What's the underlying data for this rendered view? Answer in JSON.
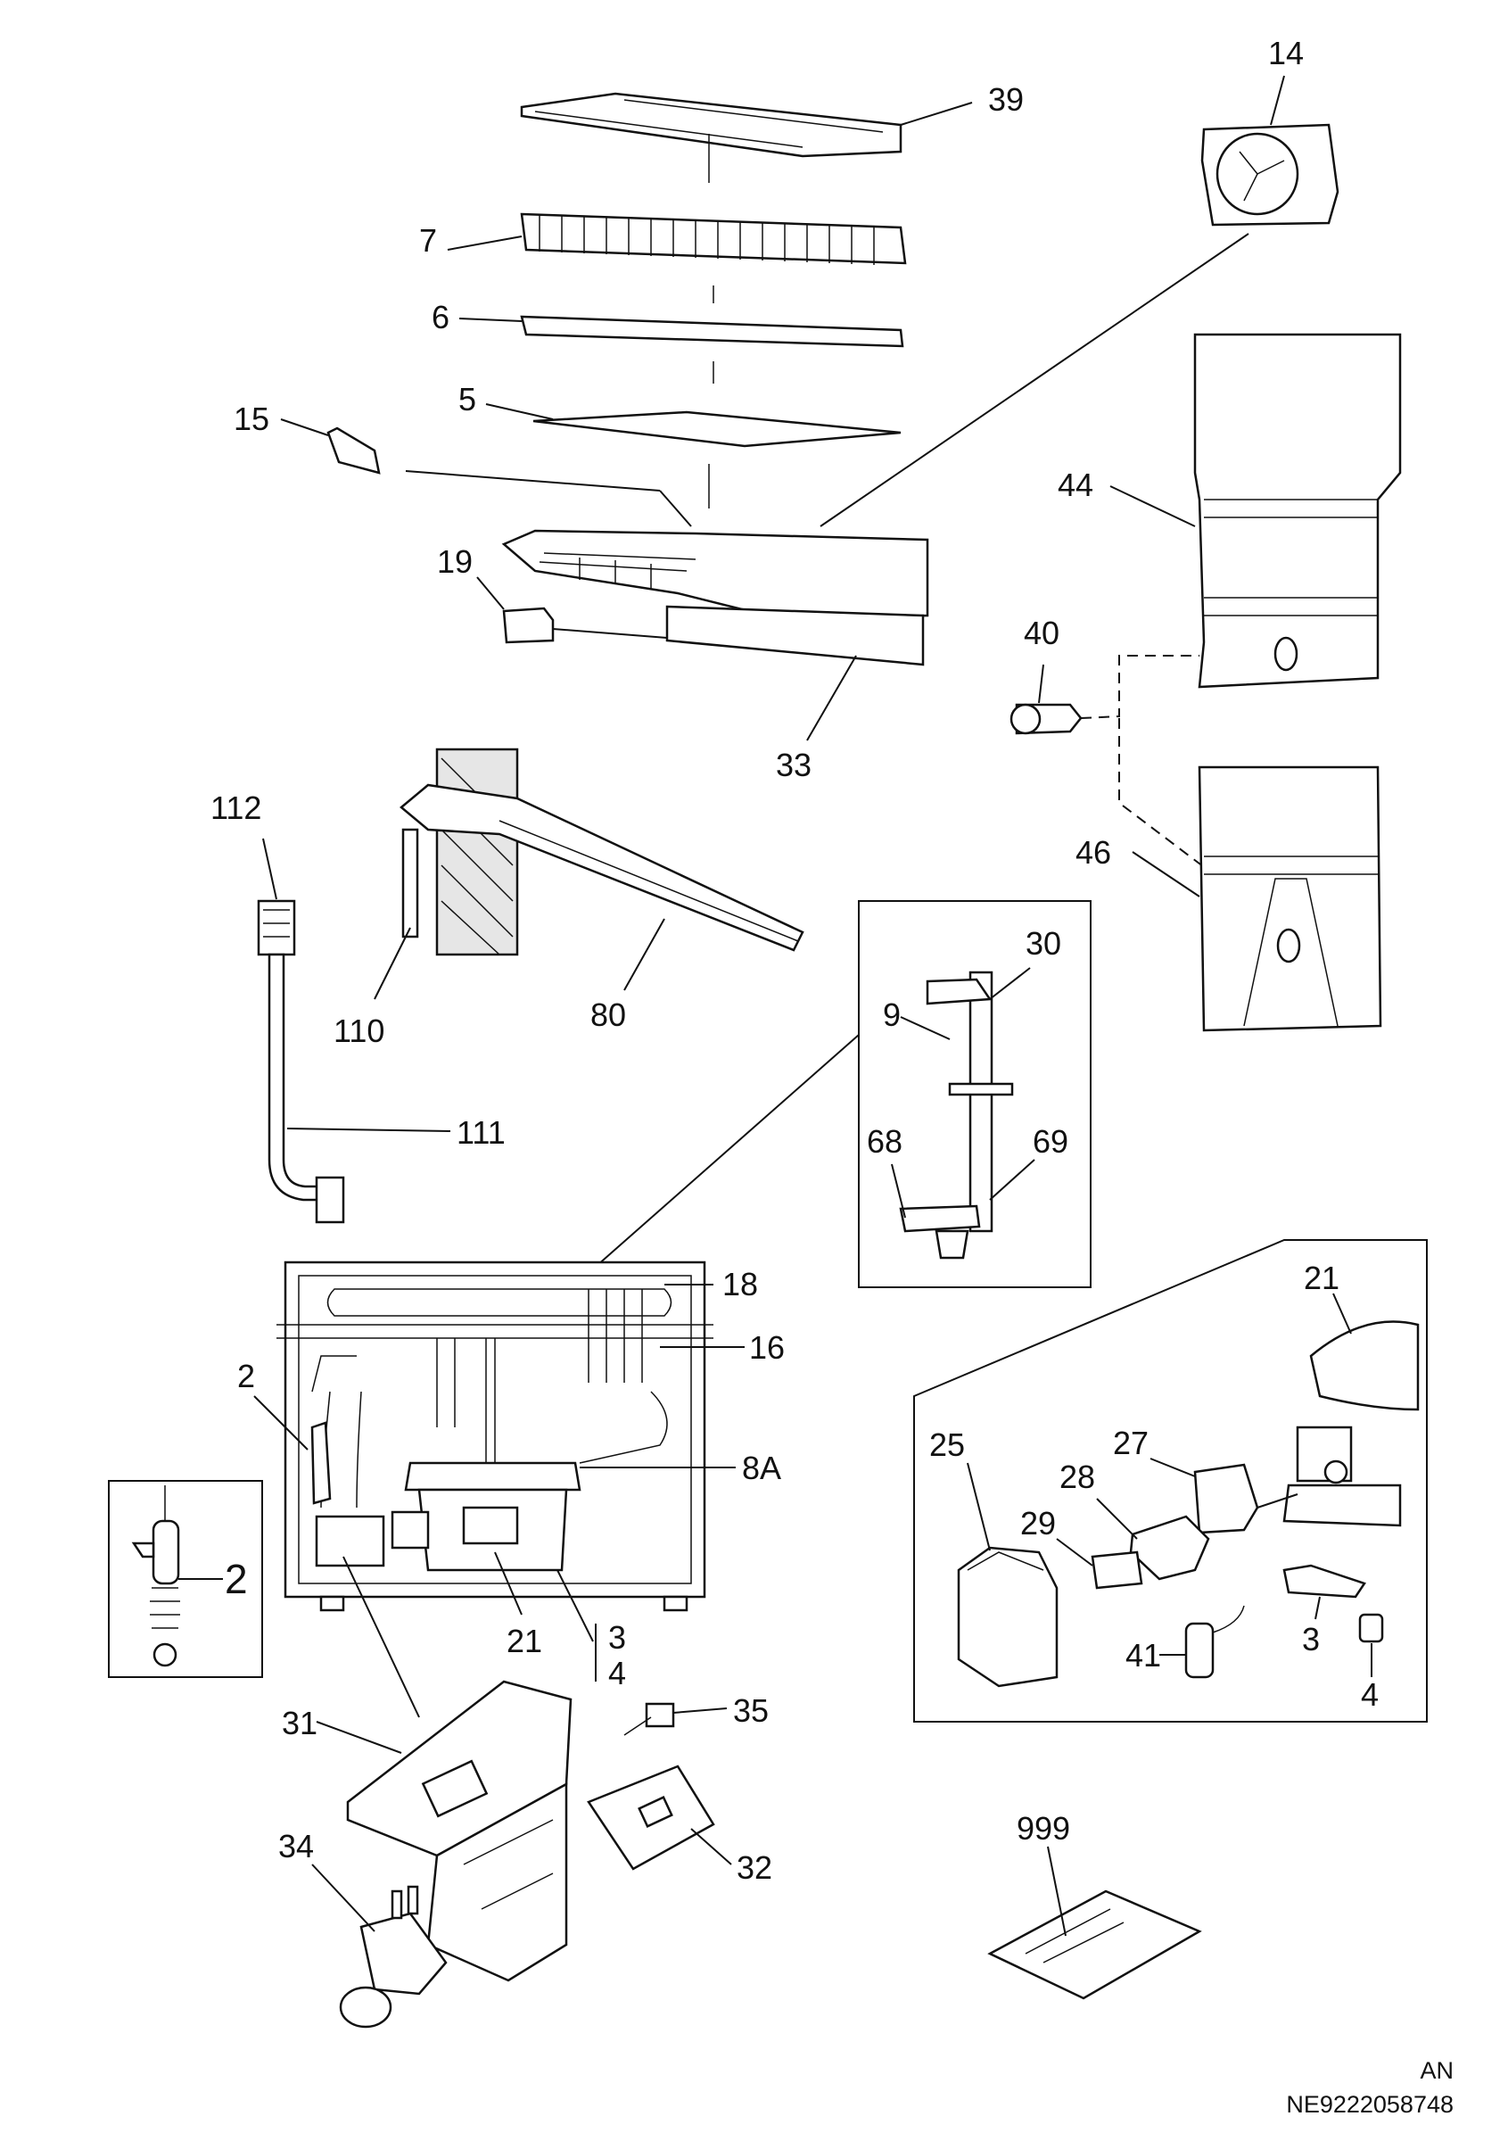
{
  "labels": {
    "l14": "14",
    "l39": "39",
    "l7": "7",
    "l6": "6",
    "l5": "5",
    "l15": "15",
    "l19": "19",
    "l33": "33",
    "l44": "44",
    "l40": "40",
    "l46": "46",
    "l112": "112",
    "l110": "110",
    "l80": "80",
    "l111": "111",
    "l30": "30",
    "l9": "9",
    "l68": "68",
    "l69": "69",
    "l18": "18",
    "l16": "16",
    "l2": "2",
    "l8A": "8A",
    "l21": "21",
    "l3": "3",
    "l4": "4",
    "l2inset": "2",
    "l21b": "21",
    "l25": "25",
    "l27": "27",
    "l28": "28",
    "l29": "29",
    "l41": "41",
    "l3b": "3",
    "l4b": "4",
    "l31": "31",
    "l35": "35",
    "l34": "34",
    "l32": "32",
    "l999": "999"
  },
  "footer": {
    "line1": "AN",
    "line2": "NE9222058748"
  }
}
